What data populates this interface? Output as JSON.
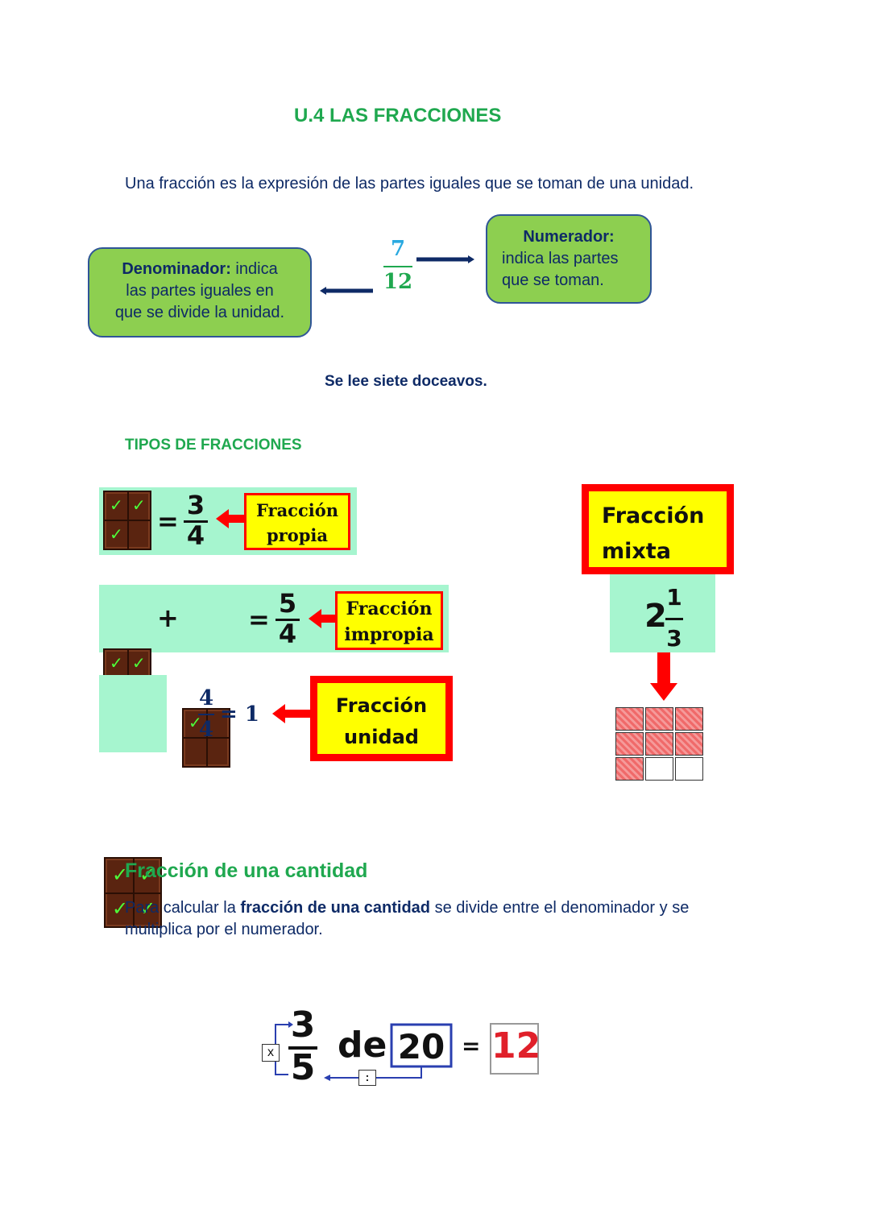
{
  "title": "U.4 LAS FRACCIONES",
  "definition": "Una fracción es la expresión de las partes iguales que se toman de una unidad.",
  "diagram": {
    "numerator": "7",
    "denominator": "12",
    "numerator_callout": {
      "bold": "Numerador:",
      "line1": "indica las partes",
      "line2": "que se toman."
    },
    "denominator_callout": {
      "bold": "Denominador:",
      "rest": " indica",
      "line2": "las partes iguales en",
      "line3": "que se divide la unidad."
    },
    "reading": "Se lee siete doceavos."
  },
  "types": {
    "heading": "TIPOS DE FRACCIONES",
    "propia": {
      "eq": "=",
      "num": "3",
      "den": "4",
      "label1": "Fracción",
      "label2": "propia"
    },
    "impropia": {
      "plus": "+",
      "eq": "=",
      "num": "5",
      "den": "4",
      "label1": "Fracción",
      "label2": "impropia"
    },
    "unidad": {
      "num": "4",
      "den": "4",
      "result": "= 1",
      "label1": "Fracción",
      "label2": "unidad"
    },
    "mixta": {
      "label1": "Fracción",
      "label2": "mixta",
      "whole": "2",
      "num": "1",
      "den": "3",
      "shaded_cells": 7,
      "total_cells": 9
    }
  },
  "quantity": {
    "heading": "Fracción de una cantidad",
    "text_before": "Para calcular la ",
    "text_bold": "fracción de una cantidad",
    "text_after": " se divide entre el denominador y se",
    "text_line2": "multiplica por el numerador.",
    "example": {
      "mult": "x",
      "num": "3",
      "den": "5",
      "de": "de",
      "amount": "20",
      "eq": "=",
      "result": "12",
      "div": ":"
    }
  },
  "colors": {
    "green": "#1fa84f",
    "navy": "#0e2a66",
    "callout": "#8dcf50",
    "mint": "#a6f5cf",
    "red": "#ff0000",
    "yellow": "#ffff00"
  }
}
